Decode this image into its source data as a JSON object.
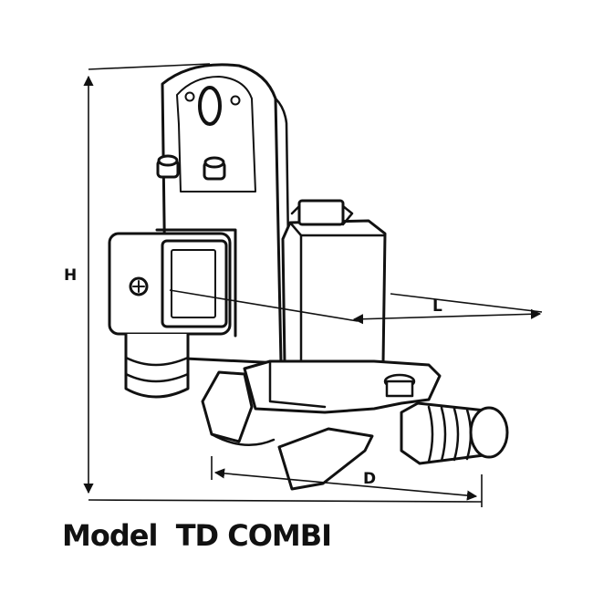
{
  "dimensions": {
    "height_label": "H",
    "length_label": "L",
    "depth_label": "D"
  },
  "caption": {
    "model_word": "Model",
    "model_name": "TD COMBI"
  },
  "colors": {
    "line": "#111111",
    "fill": "#ffffff"
  }
}
